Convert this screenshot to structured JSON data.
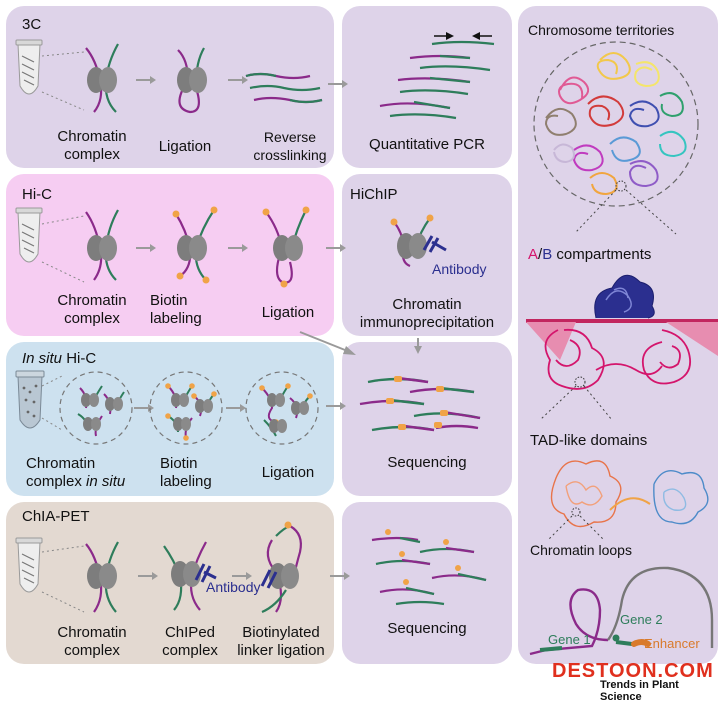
{
  "rows": {
    "c3": {
      "title": "3C",
      "step1": [
        "Chromatin",
        "complex"
      ],
      "step2": "Ligation",
      "step3": [
        "Reverse",
        "crosslinking"
      ],
      "result": "Quantitative PCR"
    },
    "hic": {
      "title": "Hi-C",
      "step1": [
        "Chromatin",
        "complex"
      ],
      "step2": [
        "Biotin",
        "labeling"
      ],
      "step3": "Ligation"
    },
    "hichip": {
      "title": "HiChIP",
      "antibody": "Antibody",
      "result": [
        "Chromatin",
        "immunoprecipitation"
      ]
    },
    "insitu": {
      "title_italic": "In situ",
      "title_rest": " Hi-C",
      "step1_line1": "Chromatin",
      "step1_line2_a": "complex ",
      "step1_line2_b": "in situ",
      "step2": [
        "Biotin",
        "labeling"
      ],
      "step3": "Ligation",
      "result": "Sequencing"
    },
    "chiapet": {
      "title": "ChIA-PET",
      "step1": [
        "Chromatin",
        "complex"
      ],
      "antibody": "Antibody",
      "step2": [
        "ChIPed",
        "complex"
      ],
      "step3": [
        "Biotinylated",
        "linker ligation"
      ],
      "result": "Sequencing"
    }
  },
  "right_panel": {
    "territories": "Chromosome territories",
    "ab_a": "A",
    "ab_slash": "/",
    "ab_b": "B",
    "ab_rest": " compartments",
    "tad": "TAD-like domains",
    "loops": "Chromatin loops",
    "gene1": "Gene 1",
    "gene2": "Gene 2",
    "enhancer": "Enhancer"
  },
  "watermark": {
    "brand": "DESTOON.COM",
    "sub": "Trends in Plant Science"
  },
  "colors": {
    "lavender": "#ded3e9",
    "pink": "#f6cdf2",
    "blue": "#cde1ef",
    "beige": "#e3d9d1",
    "purple": "#8b2a8a",
    "green": "#2e7d5b",
    "orange": "#f0a347",
    "navy": "#2b2f8f"
  }
}
